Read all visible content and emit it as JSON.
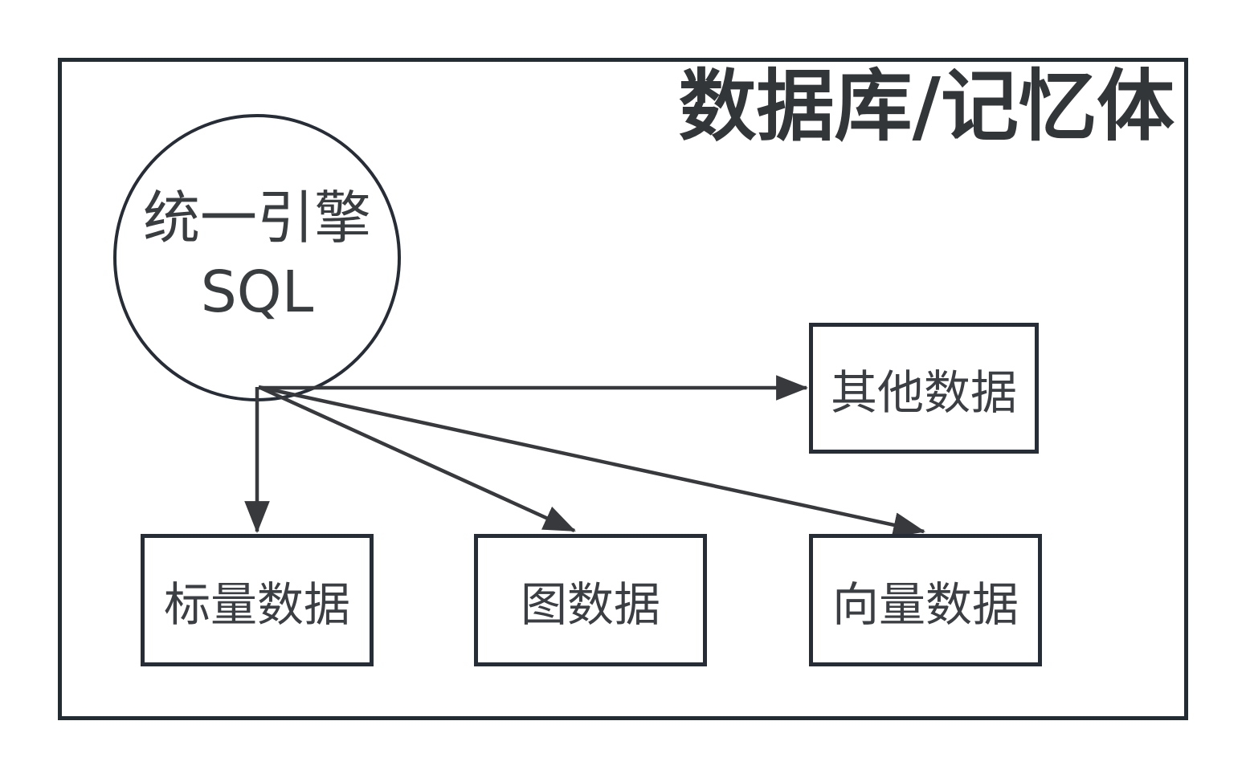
{
  "title": "数据库/记忆体",
  "engine_node": {
    "label_line1": "统一引擎",
    "label_line2": "SQL"
  },
  "data_nodes": [
    {
      "id": "scalar",
      "label": "标量数据"
    },
    {
      "id": "graph",
      "label": "图数据"
    },
    {
      "id": "vector",
      "label": "向量数据"
    },
    {
      "id": "other",
      "label": "其他数据"
    }
  ],
  "edges": [
    {
      "from": "engine",
      "to": "other"
    },
    {
      "from": "engine",
      "to": "scalar"
    },
    {
      "from": "engine",
      "to": "graph"
    },
    {
      "from": "engine",
      "to": "vector"
    }
  ],
  "colors": {
    "frame_border": "#232b33",
    "shape_border": "#262d36",
    "arrow_ink": "#37393c",
    "text_ink": "#3a3d40",
    "title_ink": "#333639",
    "background": "#ffffff"
  }
}
